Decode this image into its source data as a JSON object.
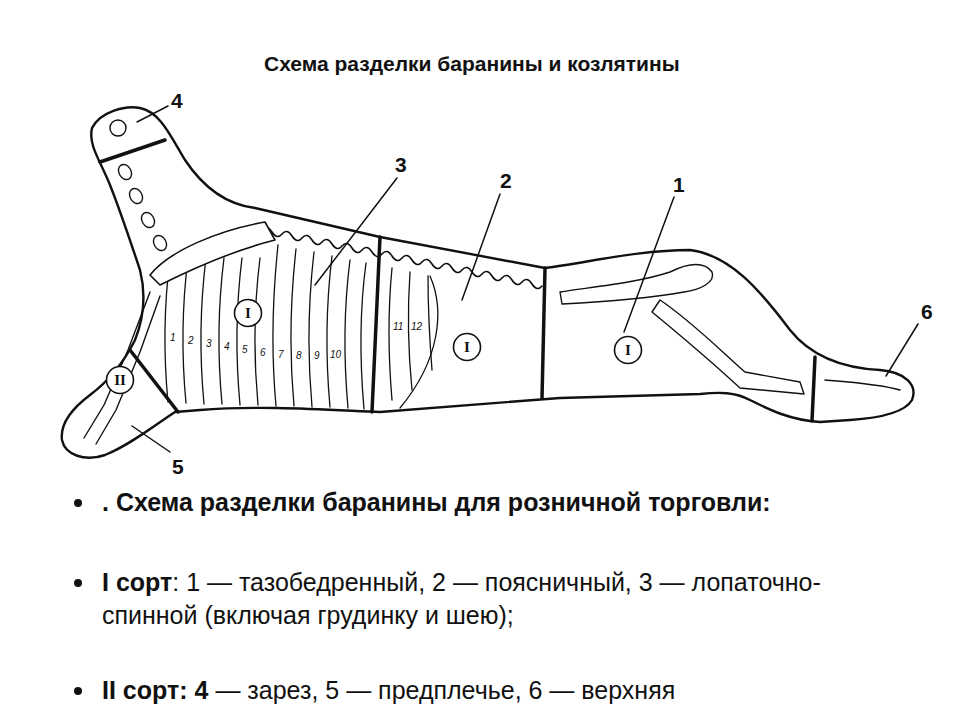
{
  "diagram": {
    "title": "Схема разделки баранины и козлятины",
    "nodes": [
      {
        "text": [
          "I"
        ]
      },
      {
        "text": [
          "I"
        ]
      },
      {
        "text": [
          "I"
        ]
      },
      {
        "text": [
          "II"
        ]
      }
    ],
    "labels": [
      "4",
      "3",
      "2",
      "1",
      "6",
      "1",
      "2",
      "3",
      "4",
      "5",
      "6",
      "7",
      "8",
      "9",
      "10",
      "11",
      "12",
      "5",
      ". Схема разделки баранины для розничной торговли:",
      "I сорт",
      ": 1 — тазобедренный, 2 — поясничный, 3 — лопаточно-спинной (включая грудинку и шею);",
      "II сорт: 4",
      "— зарез, 5 — предплечье, 6 — верхняя"
    ]
  }
}
